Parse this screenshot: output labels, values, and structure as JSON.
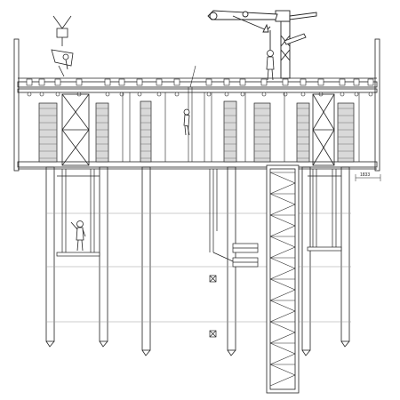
{
  "diagram": {
    "dimension_label": "1833",
    "colors": {
      "line": "#222222",
      "light_line": "#9a9a9a",
      "panel_fill": "#d9d9d9",
      "background": "#ffffff"
    },
    "components": {
      "top_platform": "top-working-platform",
      "concrete_boom": "concrete-placing-boom",
      "left_crane_hook": "crane-hook",
      "stair_tower": "stair-tower",
      "climbing_walls": "core-wall-columns",
      "hanging_scaffolds": "hanging-scaffold-platforms",
      "workers": "worker-figures"
    }
  }
}
